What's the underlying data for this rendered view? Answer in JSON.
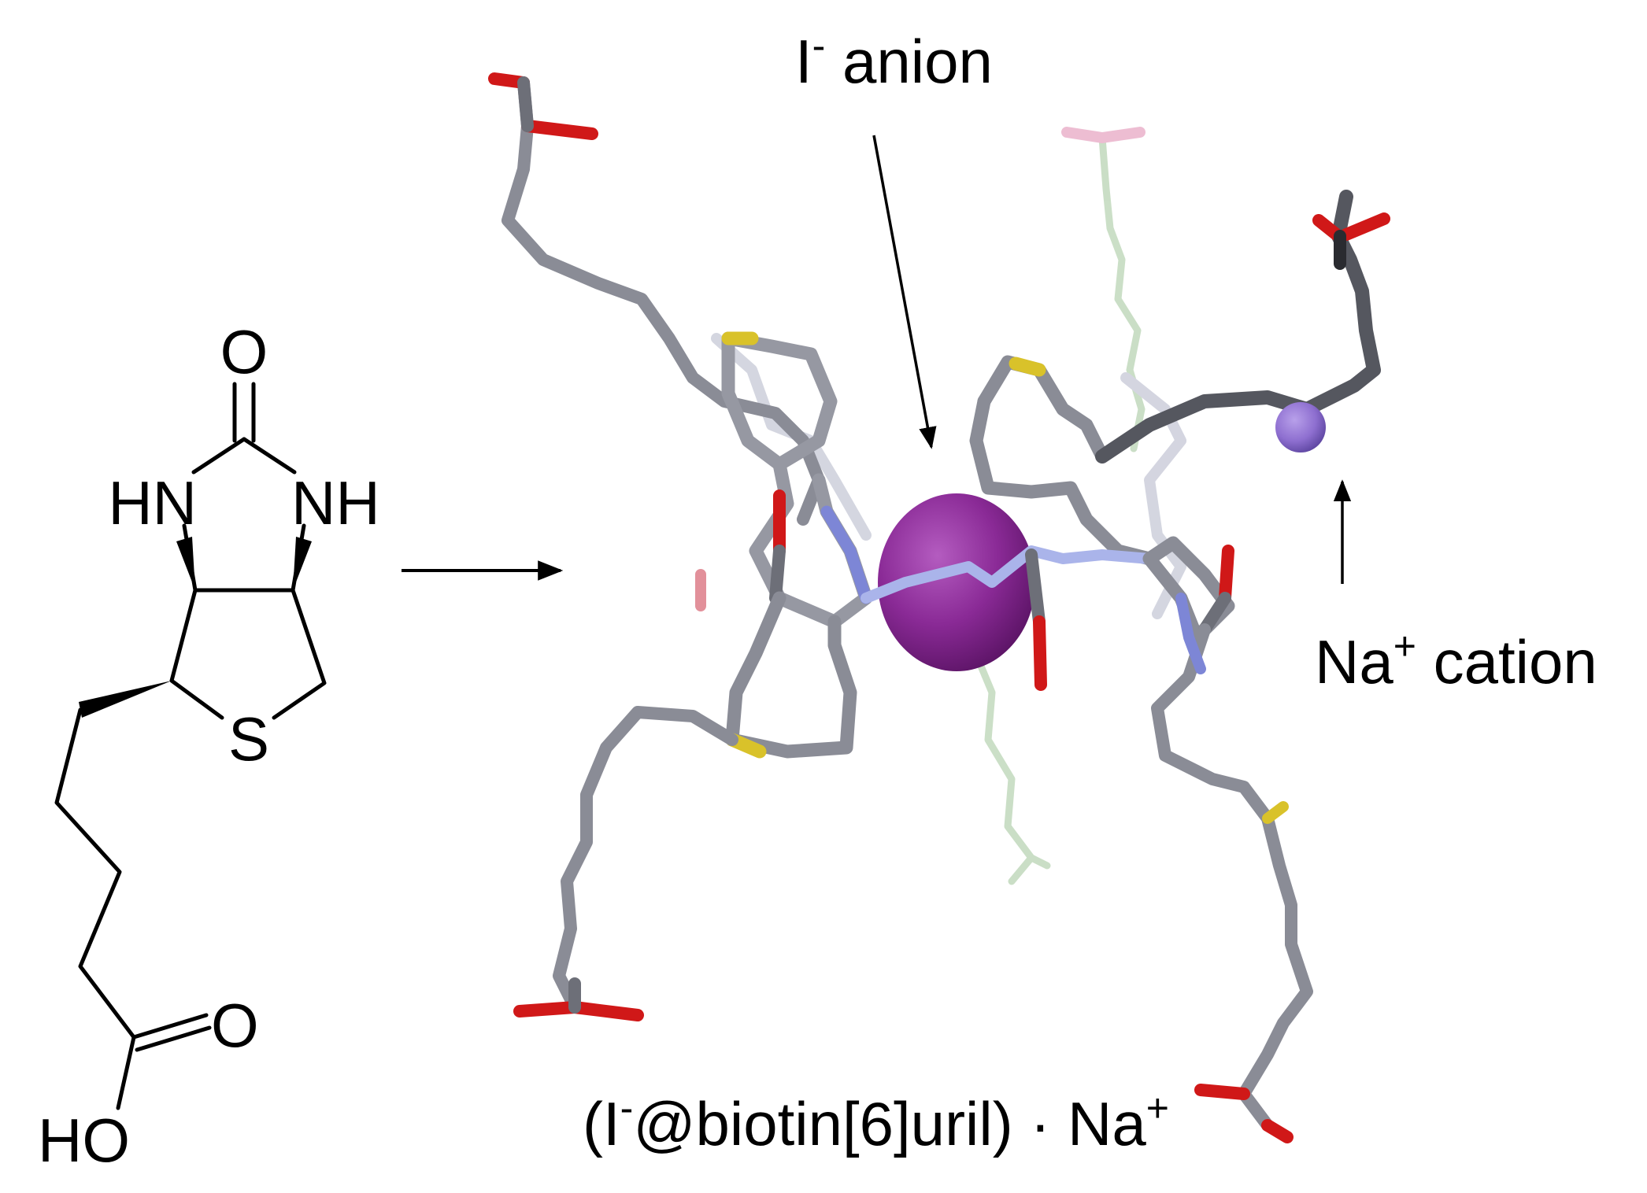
{
  "biotin_structure": {
    "atoms": {
      "carbonyl_oxygen": "O",
      "left_nitrogen": "HN",
      "right_nitrogen": "NH",
      "sulfur": "S",
      "acid_oxygen": "O",
      "hydroxyl": "HO"
    }
  },
  "labels": {
    "anion_label": {
      "symbol": "I",
      "charge": "-",
      "text": " anion"
    },
    "cation_label": {
      "symbol": "Na",
      "charge": "+",
      "text": " cation"
    },
    "complex_caption": {
      "open": "(I",
      "charge": "-",
      "middle": "@biotin[6]uril) · Na",
      "cation_charge": "+"
    }
  },
  "colors": {
    "carbon": "#8a8c96",
    "carbon_dark": "#55575f",
    "oxygen": "#d01818",
    "nitrogen": "#7d86d6",
    "sulfur": "#d9c22a",
    "iodide": "#8a2a96",
    "sodium": "#8e6fd0",
    "ghost": "#b9d4b4"
  }
}
